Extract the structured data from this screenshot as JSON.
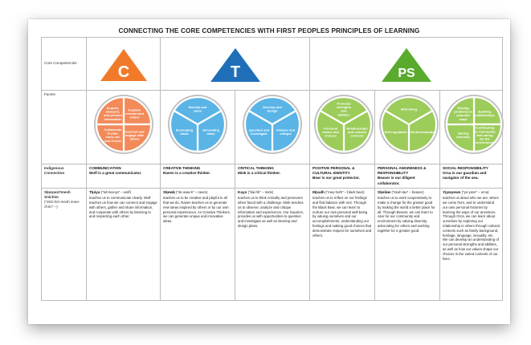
{
  "title": "CONNECTING THE CORE COMPETENCIES WITH FIRST PEOPLES PRINCIPLES OF LEARNING",
  "row_labels": {
    "core": "Core Competencies",
    "facets": "Facets",
    "indigenous": "Indigenous Connection",
    "language": "Sḵwx̱wú7mesh Sníchim",
    "language_pron": "(\"skO-hO-mesh snee-chim\" –)"
  },
  "competencies": [
    {
      "letter": "C",
      "color": "#f07a2a"
    },
    {
      "letter": "T",
      "color": "#1f6fb8"
    },
    {
      "letter": "PS",
      "color": "#5aaa2e"
    }
  ],
  "columns": [
    {
      "heading": "COMMUNICATION",
      "animal_line": "Wolf is a great communicator.",
      "term": "Tḵáya",
      "pron": " (\"tuh-kai-ya\" – wolf)",
      "text": "teaches us to communicate clearly. Wolf teaches us how we can connect and engage with others, gather and share information, and cooperate with others by listening to and respecting each other.",
      "facets": [
        "Explain/ recount and reflect",
        "Connect and engage with others",
        "Collaborate to plan, carry out, and review",
        "Acquire, interpret, and present information"
      ]
    },
    {
      "heading": "CREATIVE THINKING",
      "animal_line": "Raven is a creative thinker.",
      "term": "Sḵewḵ",
      "pron": " (\"sk-oww-k\" – raven)",
      "text": "teaches us to be creative and playful in all that we do. Raven teaches us to generate new ideas inspired by others or by our own personal experiences. As Creative Thinkers, we can generate unique and innovative ideas.",
      "facets": [
        "Novelty and value",
        "Generating ideas",
        "Developing ideas"
      ]
    },
    {
      "heading": "CRITICAL THINKING",
      "animal_line": "Mink is a critical thinker.",
      "term": "Kayx",
      "pron": " (\"kai-hh\" – mink)",
      "text": "teaches us to think critically and persevere when faced with a challenge. Mink teaches us to observe, analyze and critique information and experiences. Our inquiries, provides us with opportunities to question and investigate as well as develop and design plans.",
      "facets": [
        "Develop and design",
        "Analyze and critique",
        "Question and investigate"
      ]
    },
    {
      "heading": "POSITIVE PERSONAL & CULTURAL IDENTITY",
      "animal_line": "Bear is our great protector.",
      "term": "Mi̱xalh",
      "pron": " (\"mey-hoth\" – black bear)",
      "text": "teaches us to reflect on our feelings and find balance with rest. Through the Black Bear, we can learn to nurture our own personal well-being by valuing ourselves and our accomplishments; understanding our feelings and making good choices that demonstrate respect for ourselves and others.",
      "facets": [
        "Personal strengths and abilities",
        "Relationships and cultural contexts",
        "Personal values and choices"
      ]
    },
    {
      "heading": "PERSONAL AWARENESS & RESPONSIBILITY",
      "animal_line": "Beaver is our diligent collaborator.",
      "term": "Sḵeláw",
      "pron": " (\"skuh-lau\" – beaver)",
      "text": "teaches us to work cooperatively to make a change for the greater good by making the world a better place for all. Through Beaver, we can learn to care for our community and environment by valuing diversity, advocating for others and working together for a greater good.",
      "facets": [
        "Well-being",
        "Self-determination",
        "Self-regulation"
      ]
    },
    {
      "heading": "SOCIAL RESPONSIBILITY",
      "animal_line": "Orca is our guardian and navigator of the sea.",
      "term": "Yi̱x̱wyews",
      "pron": " (\"yo-yoss\" – orca)",
      "text": "teaches us about who we are, where we come from, and to understand our own personal histories by learning the ways of our ancestors. Through Orca, we can learn about ourselves by exploring our relationship to others through cultural contexts such as family background, heritage, language, sexuality, etc. We can develop an understanding of our personal strengths and abilities, as well as how our values shape our choices in the varied contexts of our lives.",
      "facets": [
        "Building relationships",
        "Contributing to community and caring for the environment",
        "Valuing diversity",
        "Solving problems in peaceful ways"
      ]
    }
  ]
}
